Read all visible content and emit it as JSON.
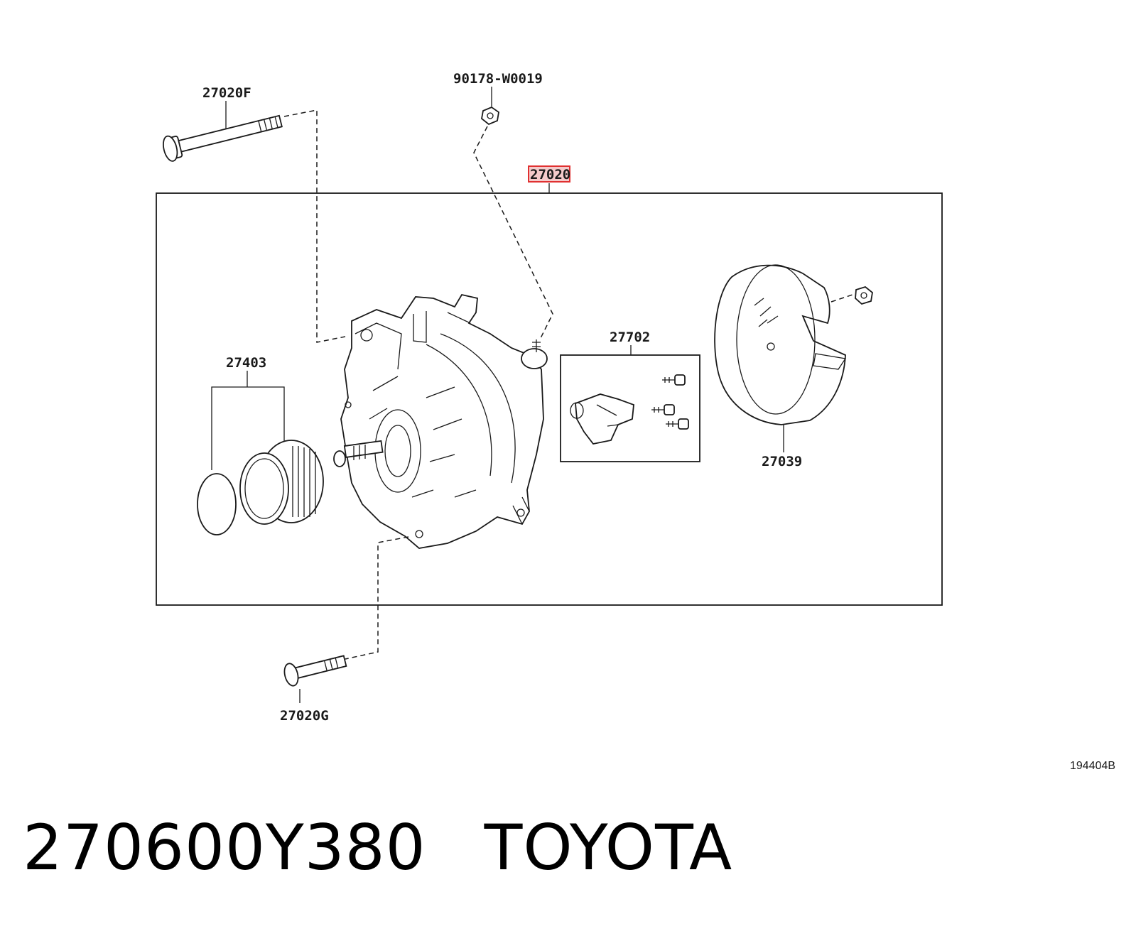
{
  "diagram": {
    "labels": {
      "bolt_top": "27020F",
      "nut_top": "90178-W0019",
      "alternator_assy": "27020",
      "regulator_kit": "27702",
      "pulley_kit": "27403",
      "rear_cover": "27039",
      "bolt_bottom": "27020G"
    },
    "highlight_color": "#e03030",
    "figure_id": "194404B"
  },
  "caption": {
    "part_number": "270600Y380",
    "brand": "TOYOTA"
  }
}
